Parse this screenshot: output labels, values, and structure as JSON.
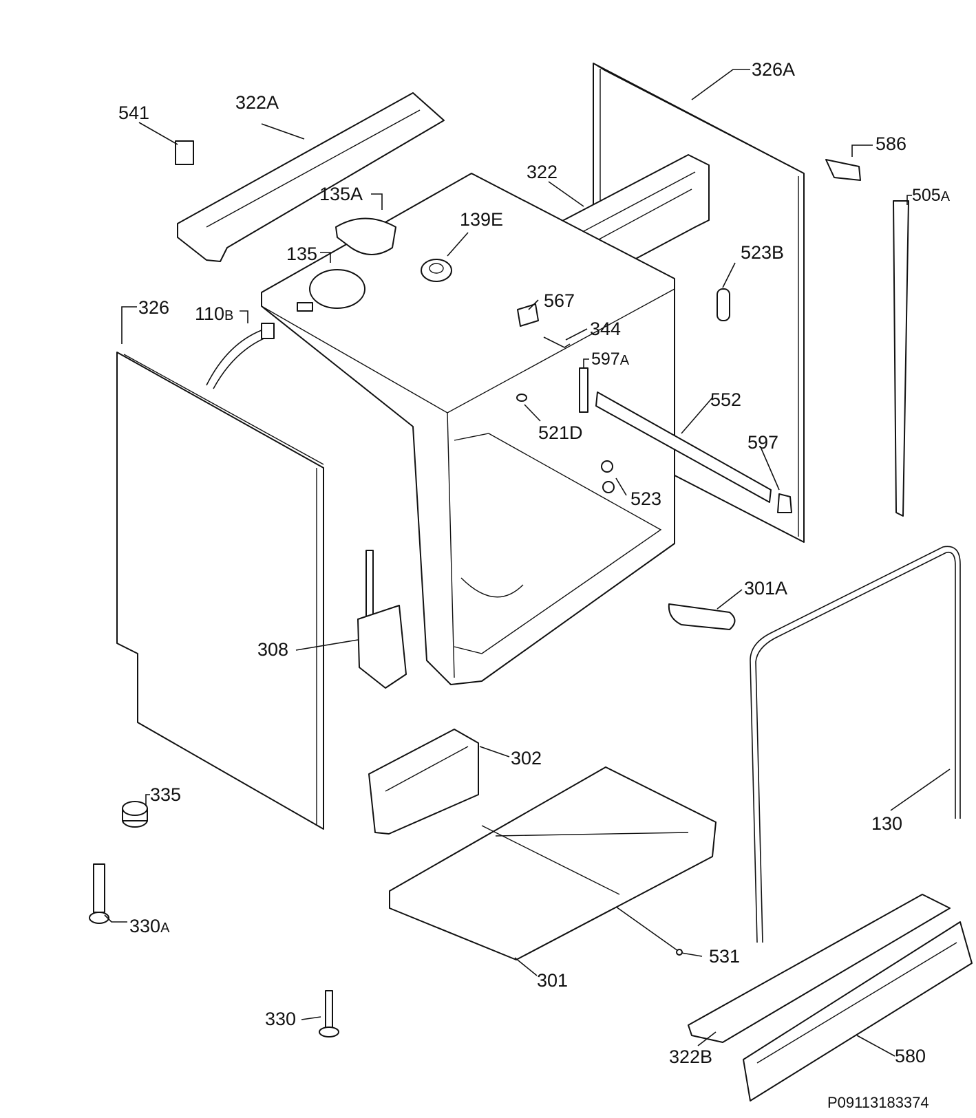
{
  "diagram": {
    "document_id": "P09113183374",
    "labels": {
      "l541": "541",
      "l322A": "322A",
      "l326A": "326A",
      "l586": "586",
      "l505A": "505",
      "l505A_sfx": "A",
      "l135A": "135A",
      "l322": "322",
      "l139E": "139E",
      "l135": "135",
      "l523B": "523B",
      "l326": "326",
      "l110B": "110",
      "l110B_sfx": "B",
      "l567": "567",
      "l344": "344",
      "l597A": "597",
      "l597A_sfx": "A",
      "l552": "552",
      "l521D": "521D",
      "l597": "597",
      "l523": "523",
      "l301A": "301A",
      "l308": "308",
      "l302": "302",
      "l335": "335",
      "l130": "130",
      "l330A": "330",
      "l330A_sfx": "A",
      "l531": "531",
      "l301": "301",
      "l330": "330",
      "l322B": "322B",
      "l580": "580"
    }
  }
}
